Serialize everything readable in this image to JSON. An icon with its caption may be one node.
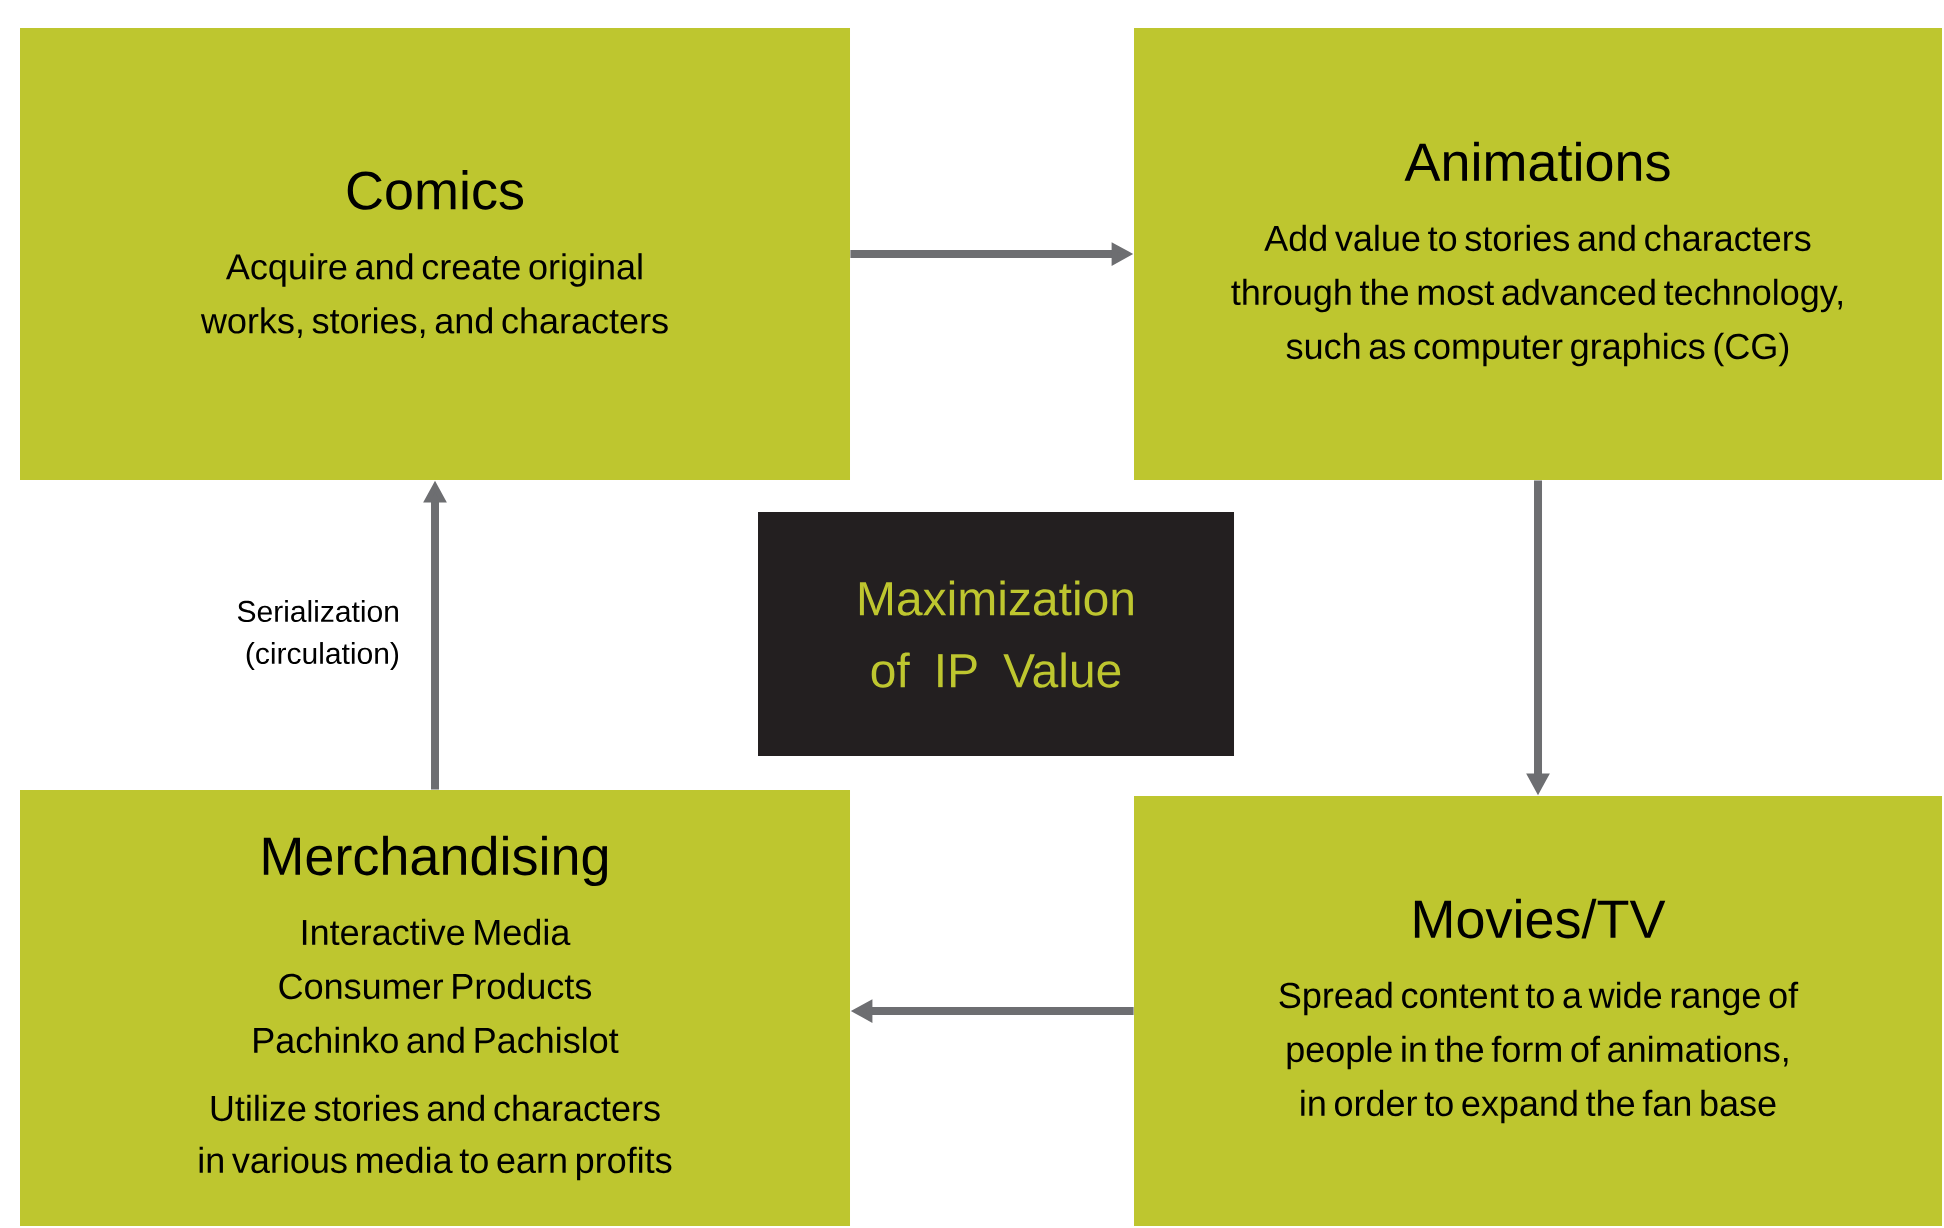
{
  "diagram": {
    "nodes": [
      {
        "text": [
          "Comics",
          "Acquire and create original works, stories, and characters"
        ]
      },
      {
        "text": [
          "Animations",
          "Add value to stories and characters through the most advanced technology, such as computer graphics (CG)"
        ]
      },
      {
        "text": [
          "Maximization of IP Value"
        ]
      },
      {
        "text": [
          "Merchandising",
          "Interactive Media",
          "Consumer Products",
          "Pachinko and Pachislot",
          "Utilize stories and characters in various media to earn profits"
        ]
      },
      {
        "text": [
          "Movies/TV",
          "Spread content to a wide range of people in the form of animations, in order to expand the fan base"
        ]
      }
    ],
    "edges": [
      {
        "from": 0,
        "to": 1,
        "arrow": "to"
      },
      {
        "from": 1,
        "to": 4,
        "arrow": "to"
      },
      {
        "from": 4,
        "to": 3,
        "arrow": "to"
      },
      {
        "from": 3,
        "to": 0,
        "arrow": "to",
        "label": "Serialization (circulation)"
      }
    ]
  }
}
